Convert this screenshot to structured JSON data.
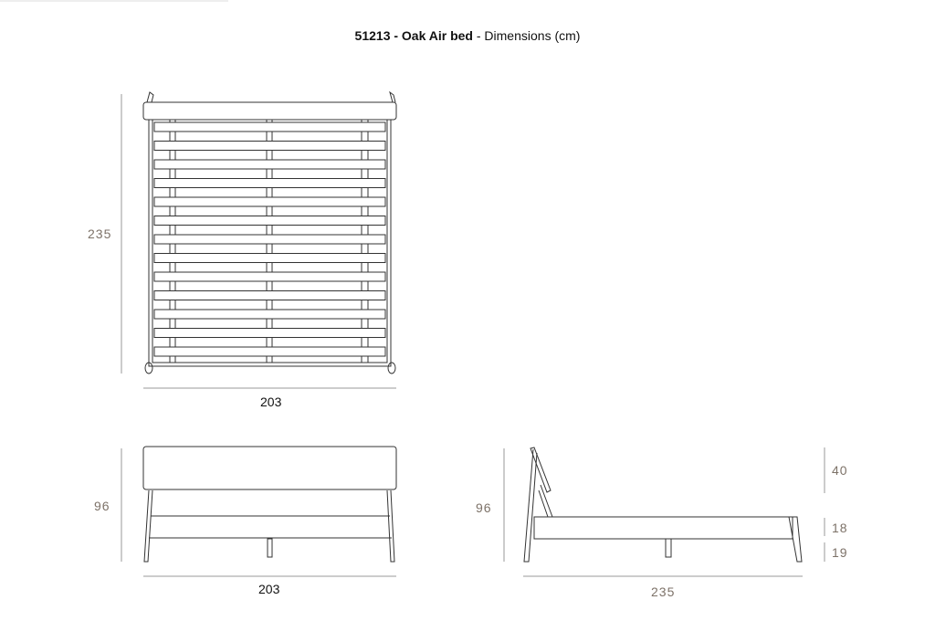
{
  "title": {
    "model": "51213 - Oak Air bed",
    "suffix": " - Dimensions (cm)"
  },
  "views": {
    "top": {
      "length": "235",
      "width": "203"
    },
    "front": {
      "height": "96",
      "width": "203"
    },
    "side": {
      "height": "96",
      "length": "235",
      "headboard": "40",
      "frame": "18",
      "legs": "19"
    }
  },
  "colors": {
    "line": "#333333",
    "dimension_text": "#7d7268"
  }
}
